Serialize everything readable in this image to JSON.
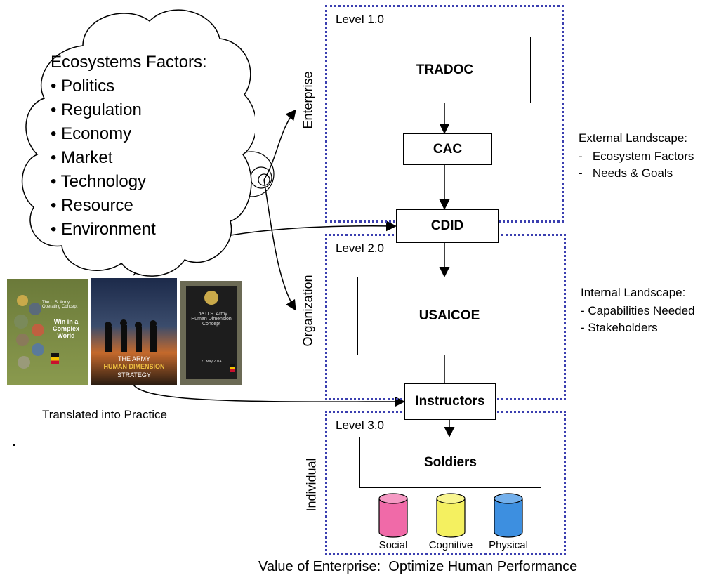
{
  "levels": [
    {
      "label": "Level 1.0",
      "side_label": "Enterprise"
    },
    {
      "label": "Level 2.0",
      "side_label": "Organization"
    },
    {
      "label": "Level 3.0",
      "side_label": "Individual"
    }
  ],
  "nodes": {
    "tradoc": "TRADOC",
    "cac": "CAC",
    "cdid": "CDID",
    "usaicoe": "USAICOE",
    "instructors": "Instructors",
    "soldiers": "Soldiers"
  },
  "cloud": {
    "title": "Ecosystems Factors:",
    "items": [
      "Politics",
      "Regulation",
      "Economy",
      "Market",
      "Technology",
      "Resource",
      "Environment"
    ]
  },
  "external_landscape": {
    "title": "External Landscape:",
    "items": [
      "Ecosystem Factors",
      "Needs & Goals"
    ]
  },
  "internal_landscape": {
    "title": "Internal Landscape:",
    "items": [
      "Capabilities Needed",
      "Stakeholders"
    ]
  },
  "cylinders": [
    {
      "label": "Social",
      "color": "#f06aa8"
    },
    {
      "label": "Cognitive",
      "color": "#f4f060"
    },
    {
      "label": "Physical",
      "color": "#3d8fe0"
    }
  ],
  "documents": {
    "doc1": {
      "header": "The U.S. Army Operating Concept",
      "title": "Win in a Complex World"
    },
    "doc2": {
      "line1": "THE ARMY",
      "line2": "HUMAN DIMENSION",
      "line3": "STRATEGY"
    },
    "doc3": {
      "title": "The U.S. Army Human Dimension Concept",
      "date": "21 May 2014"
    }
  },
  "translated_caption": "Translated into Practice",
  "bottom_caption": "Value of Enterprise:  Optimize Human Performance",
  "colors": {
    "dotted_border": "#3b3fb0"
  }
}
